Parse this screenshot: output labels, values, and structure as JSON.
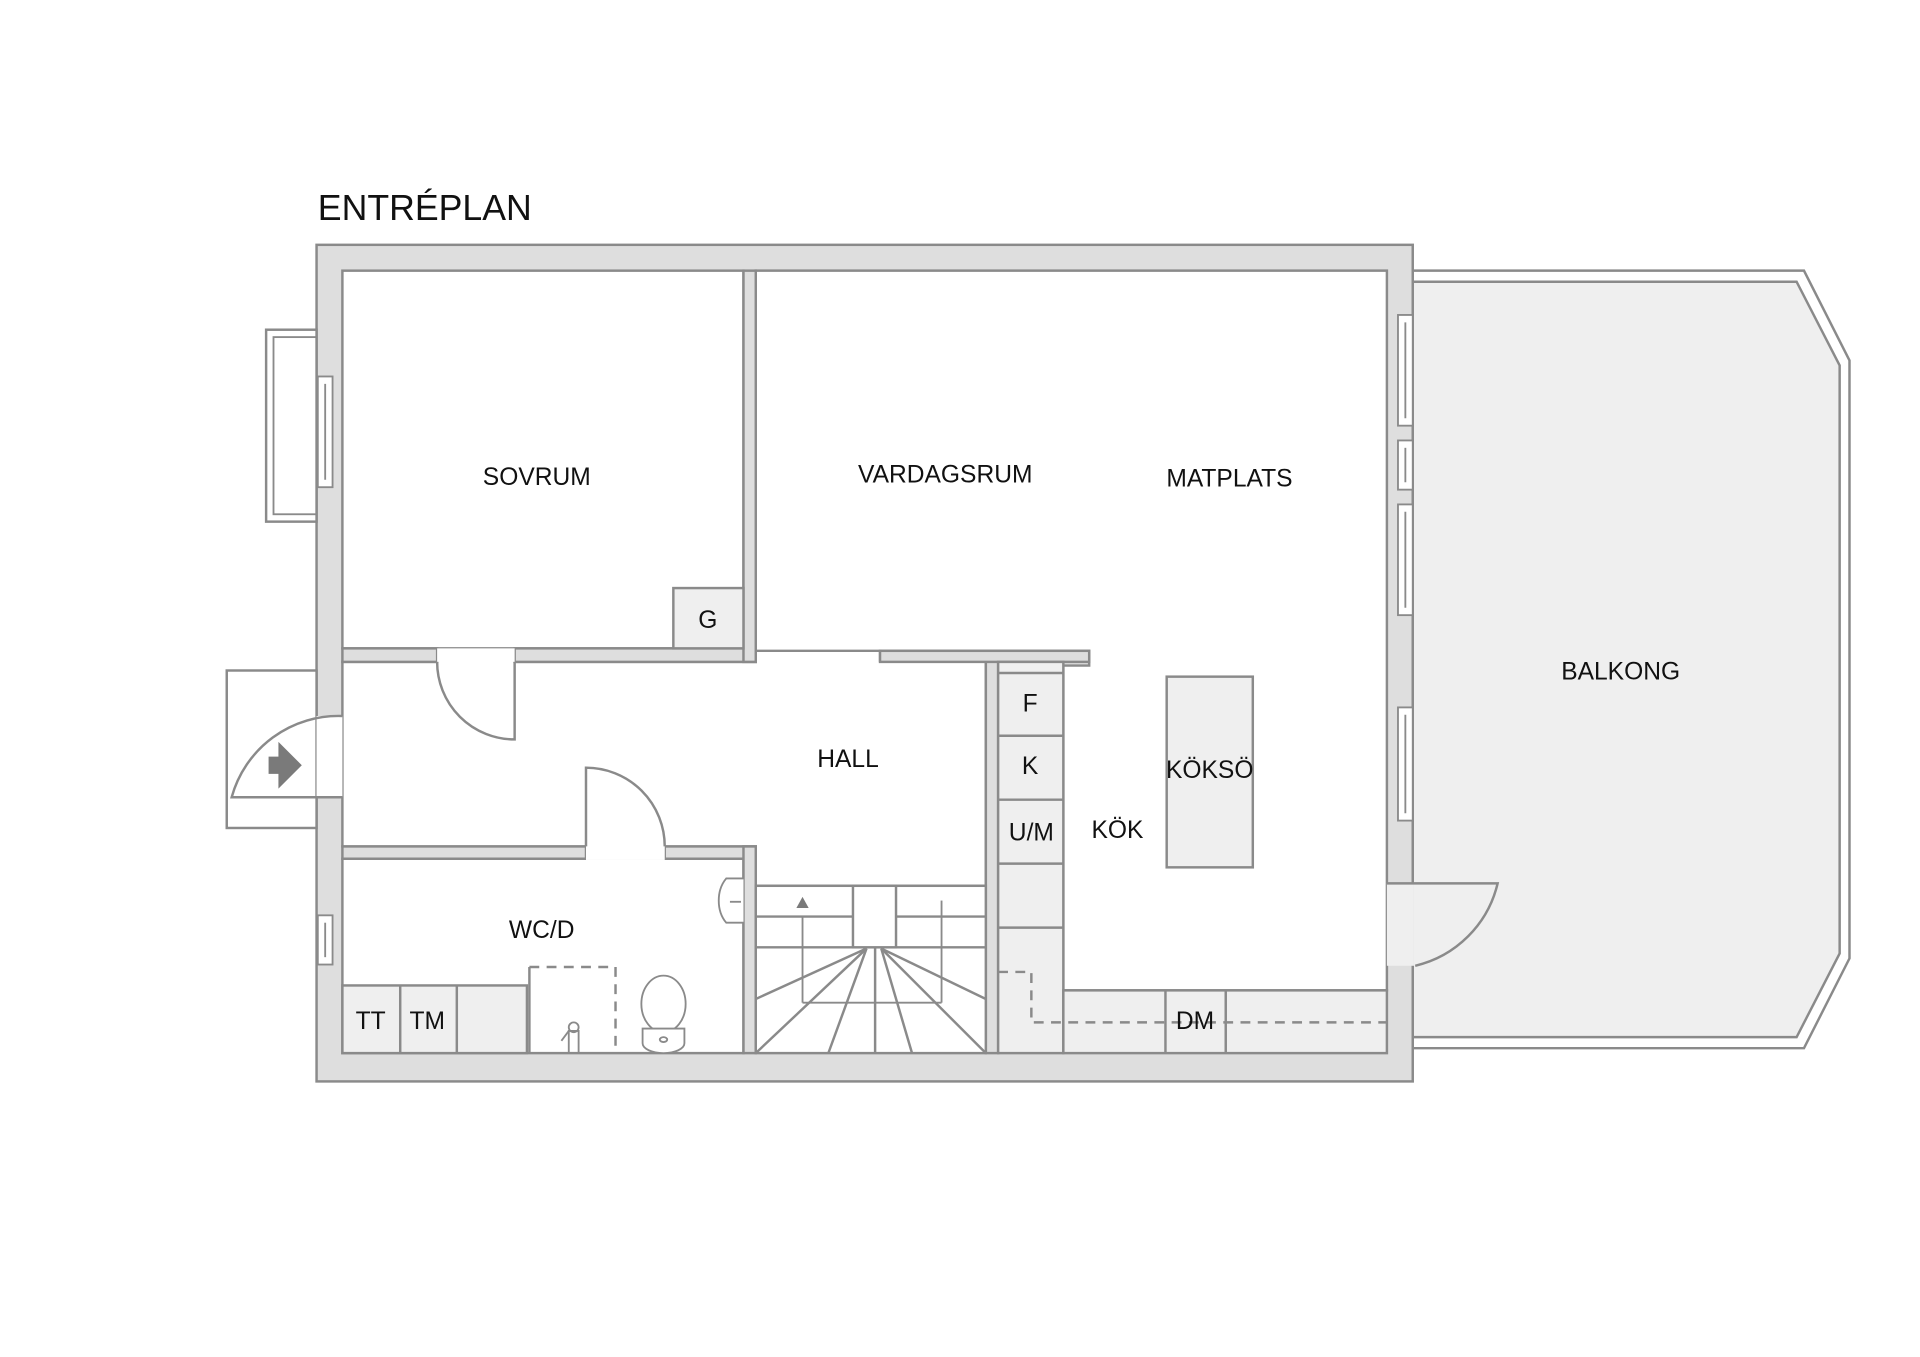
{
  "plan": {
    "title": "ENTRÉPLAN",
    "colors": {
      "wall_fill": "#dedede",
      "wall_stroke": "#8a8a8a",
      "fixture_fill": "#efefef",
      "balcony_fill": "#efefef",
      "text": "#111111"
    }
  },
  "rooms": {
    "sovrum": "SOVRUM",
    "vardagsrum": "VARDAGSRUM",
    "matplats": "MATPLATS",
    "balkong": "BALKONG",
    "hall": "HALL",
    "kok": "KÖK",
    "kokso": "KÖKSÖ",
    "wcd": "WC/D"
  },
  "fixtures": {
    "garderob": "G",
    "frys": "F",
    "kyl": "K",
    "ugn_mikro": "U/M",
    "diskmaskin": "DM",
    "torktumlare": "TT",
    "tvattmaskin": "TM"
  },
  "icons": {
    "entrance": "entrance-arrow-icon",
    "stairs_direction": "stairs-up-arrow-icon"
  }
}
